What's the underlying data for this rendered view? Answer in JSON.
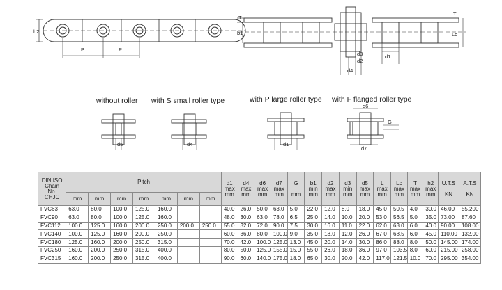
{
  "diagram": {
    "side_labels": {
      "h2": "h2",
      "p1": "P",
      "p2": "P"
    },
    "top_labels": {
      "t_left": "T",
      "t_right": "T",
      "b1": "b1",
      "lc": "Lc",
      "d3": "d3",
      "d2": "d2",
      "d4": "d4",
      "d1": "d1"
    }
  },
  "roller_types": {
    "without": {
      "caption": "without roller",
      "dim": "d5"
    },
    "small": {
      "caption": "with S small roller type",
      "dim": "d4"
    },
    "large": {
      "caption": "with P large roller type",
      "dim": "d1"
    },
    "flanged": {
      "caption": "with F flanged roller  type",
      "dim_top": "d6",
      "dim_bottom": "d7",
      "g": "G"
    }
  },
  "table": {
    "header": {
      "model": [
        "DIN ISO",
        "Chain",
        "No.",
        "CHJC"
      ],
      "pitch": "Pitch",
      "unit": "mm",
      "d1": [
        "d1",
        "max",
        "mm"
      ],
      "d4": [
        "d4",
        "max",
        "mm"
      ],
      "d6": [
        "d6",
        "max",
        "mm"
      ],
      "d7": [
        "d7",
        "max",
        "mm"
      ],
      "g": [
        "G",
        "mm"
      ],
      "b1": [
        "b1",
        "min",
        "mm"
      ],
      "d2": [
        "d2",
        "max",
        "mm"
      ],
      "d3": [
        "d3",
        "min",
        "mm"
      ],
      "d5": [
        "d5",
        "max",
        "mm"
      ],
      "l": [
        "L",
        "max",
        "mm"
      ],
      "lc": [
        "Lc",
        "max",
        "mm"
      ],
      "t": [
        "T",
        "max",
        "mm"
      ],
      "h2": [
        "h2",
        "max",
        "mm"
      ],
      "uts": [
        "U.T.S",
        "KN"
      ],
      "ats": [
        "A.T.S",
        "KN"
      ]
    },
    "rows": [
      {
        "model": "FVC63",
        "p": [
          "63.0",
          "80.0",
          "100.0",
          "125.0",
          "160.0",
          "",
          ""
        ],
        "vals": [
          "40.0",
          "26.0",
          "50.0",
          "63.0",
          "5.0",
          "22.0",
          "12.0",
          "8.0",
          "18.0",
          "45.0",
          "50.5",
          "4.0",
          "30.0",
          "46.00",
          "55.200"
        ]
      },
      {
        "model": "FVC90",
        "p": [
          "63.0",
          "80.0",
          "100.0",
          "125.0",
          "160.0",
          "",
          ""
        ],
        "vals": [
          "48.0",
          "30.0",
          "63.0",
          "78.0",
          "6.5",
          "25.0",
          "14.0",
          "10.0",
          "20.0",
          "53.0",
          "56.5",
          "5.0",
          "35.0",
          "73.00",
          "87.60"
        ]
      },
      {
        "model": "FVC112",
        "p": [
          "100.0",
          "125.0",
          "160.0",
          "200.0",
          "250.0",
          "200.0",
          "250.0"
        ],
        "vals": [
          "55.0",
          "32.0",
          "72.0",
          "90.0",
          "7.5",
          "30.0",
          "16.0",
          "11.0",
          "22.0",
          "62.0",
          "63.0",
          "6.0",
          "40.0",
          "90.00",
          "108.00"
        ]
      },
      {
        "model": "FVC140",
        "p": [
          "100.0",
          "125.0",
          "160.0",
          "200.0",
          "250.0",
          "",
          ""
        ],
        "vals": [
          "60.0",
          "36.0",
          "80.0",
          "100.0",
          "9.0",
          "35.0",
          "18.0",
          "12.0",
          "26.0",
          "67.0",
          "68.5",
          "6.0",
          "45.0",
          "110.00",
          "132.00"
        ]
      },
      {
        "model": "FVC180",
        "p": [
          "125.0",
          "160.0",
          "200.0",
          "250.0",
          "315.0",
          "",
          ""
        ],
        "vals": [
          "70.0",
          "42.0",
          "100.0",
          "125.0",
          "13.0",
          "45.0",
          "20.0",
          "14.0",
          "30.0",
          "86.0",
          "88.0",
          "8.0",
          "50.0",
          "145.00",
          "174.00"
        ]
      },
      {
        "model": "FVC250",
        "p": [
          "160.0",
          "200.0",
          "250.0",
          "315.0",
          "400.0",
          "",
          ""
        ],
        "vals": [
          "80.0",
          "50.0",
          "125.0",
          "155.0",
          "15.0",
          "55.0",
          "26.0",
          "18.0",
          "36.0",
          "97.0",
          "103.5",
          "8.0",
          "60.0",
          "215.00",
          "258.00"
        ]
      },
      {
        "model": "FVC315",
        "p": [
          "160.0",
          "200.0",
          "250.0",
          "315.0",
          "400.0",
          "",
          ""
        ],
        "vals": [
          "90.0",
          "60.0",
          "140.0",
          "175.0",
          "18.0",
          "65.0",
          "30.0",
          "20.0",
          "42.0",
          "117.0",
          "121.5",
          "10.0",
          "70.0",
          "295.00",
          "354.00"
        ]
      }
    ]
  }
}
